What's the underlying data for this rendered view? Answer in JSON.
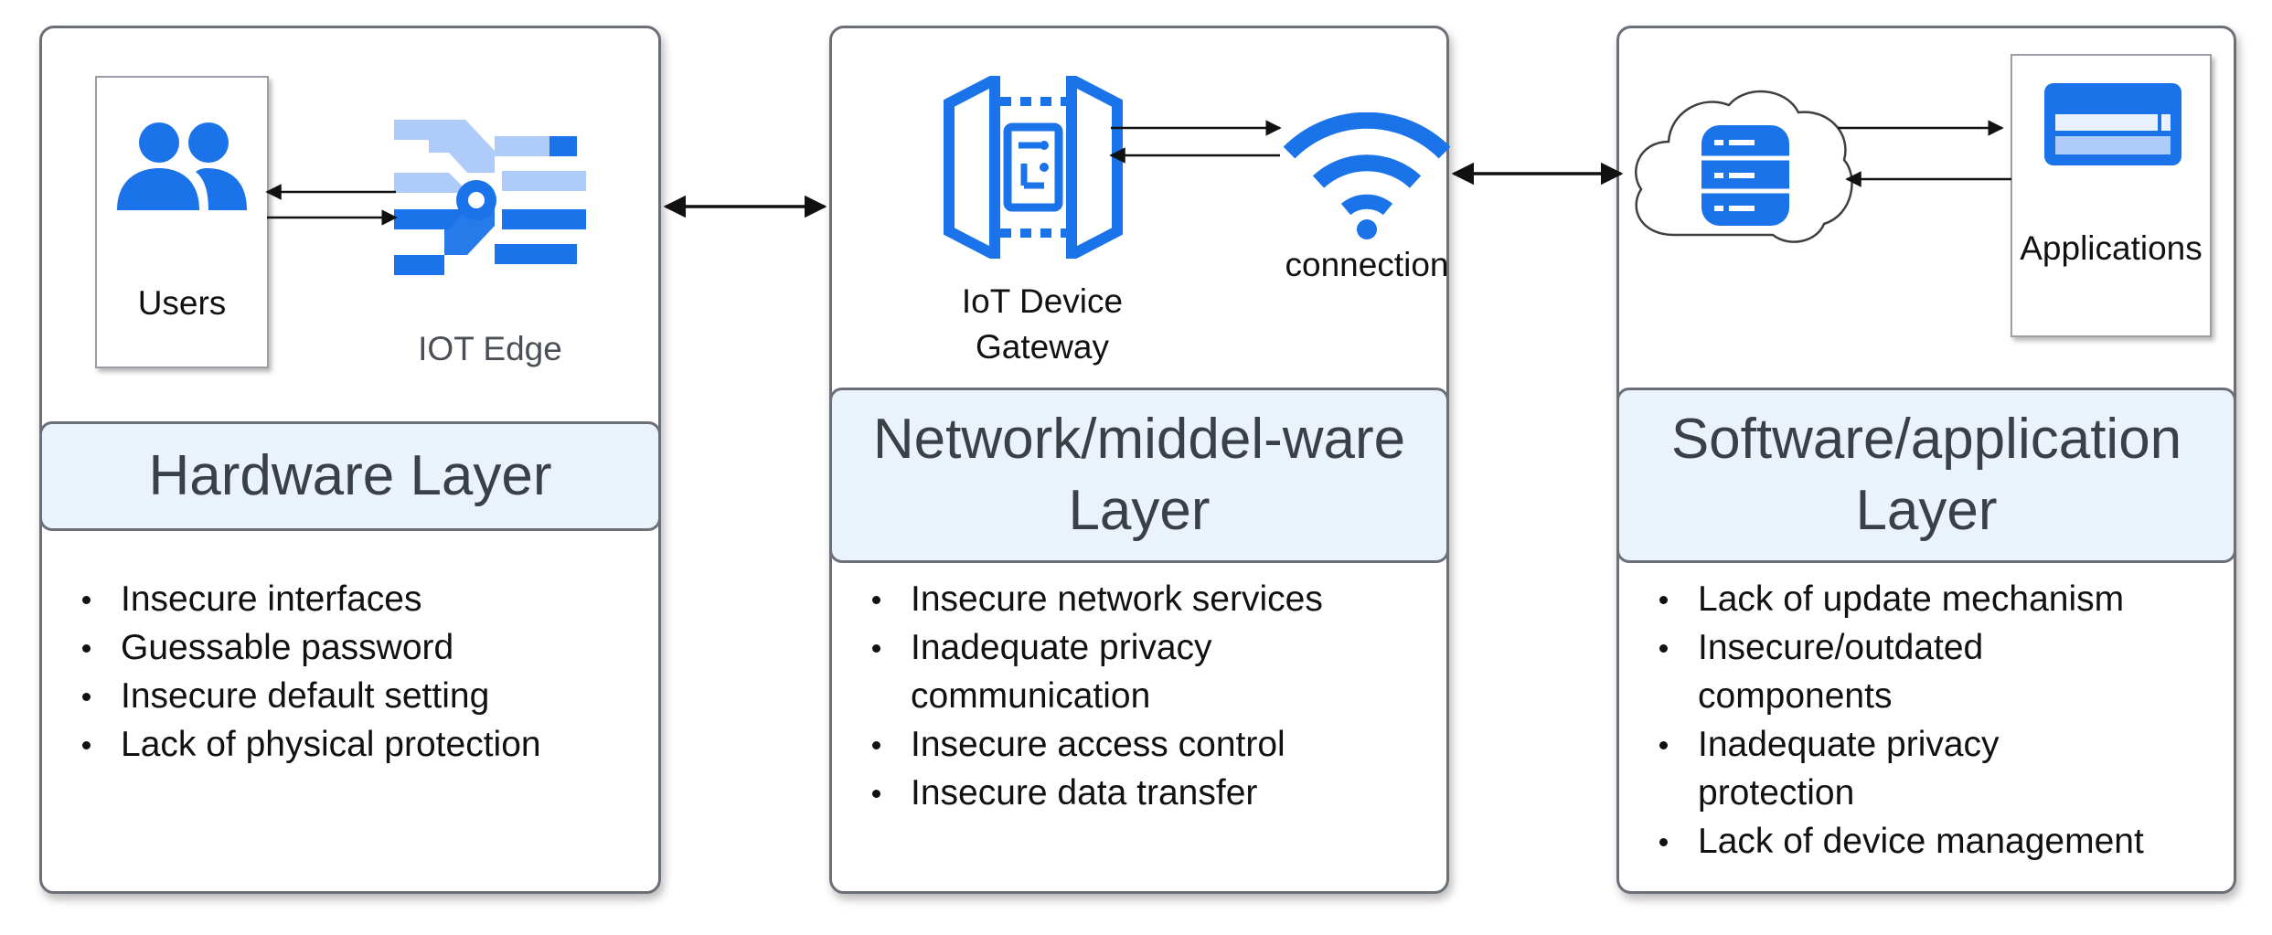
{
  "colors": {
    "icon_blue": "#1a73e8",
    "icon_light_blue": "#aecbfa",
    "title_fill": "#eaf2fc",
    "border": "#6b6f78"
  },
  "hardware": {
    "users_label": "Users",
    "users_icon": "users-icon",
    "edge_label": "IOT Edge",
    "edge_icon": "iot-edge-icon",
    "title": "Hardware Layer",
    "issues": [
      "Insecure interfaces",
      "Guessable password",
      "Insecure default setting",
      "Lack of physical protection"
    ]
  },
  "network": {
    "gateway_label_line1": "IoT Device",
    "gateway_label_line2": "Gateway",
    "gateway_icon": "iot-gateway-icon",
    "connection_label": "connection",
    "connection_icon": "wifi-icon",
    "title_line1": "Network/middel-ware",
    "title_line2": "Layer",
    "issues": [
      "Insecure network services",
      "Inadequate privacy communication",
      "Insecure access control",
      "Insecure data transfer"
    ]
  },
  "software": {
    "database_icon": "database-cloud-icon",
    "applications_label": "Applications",
    "applications_icon": "application-window-icon",
    "title_line1": "Software/application",
    "title_line2": "Layer",
    "issues": [
      "Lack of update mechanism",
      "Insecure/outdated components",
      "Inadequate privacy protection",
      "Lack of device management"
    ]
  }
}
